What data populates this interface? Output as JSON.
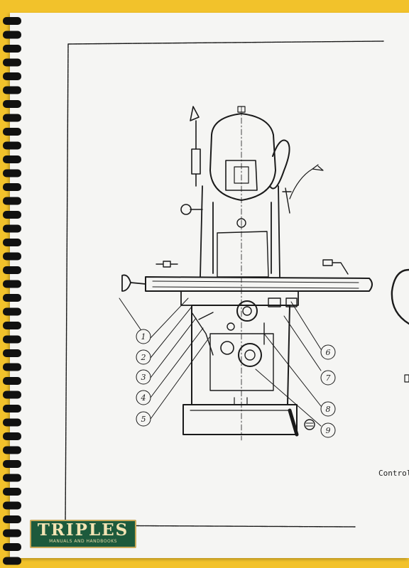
{
  "drawing": {
    "callouts": [
      "1",
      "2",
      "3",
      "4",
      "5",
      "6",
      "7",
      "8",
      "9"
    ],
    "caption": "Controle"
  },
  "logo": {
    "title": "TRIPLES",
    "subtitle": "MANUALS AND HANDBOOKS"
  },
  "colors": {
    "background": "#f2c22b",
    "paper": "#f5f5f3",
    "ink": "#1a1a1a",
    "logo_green": "#1d5a3c",
    "logo_gold": "#c9a95a"
  }
}
